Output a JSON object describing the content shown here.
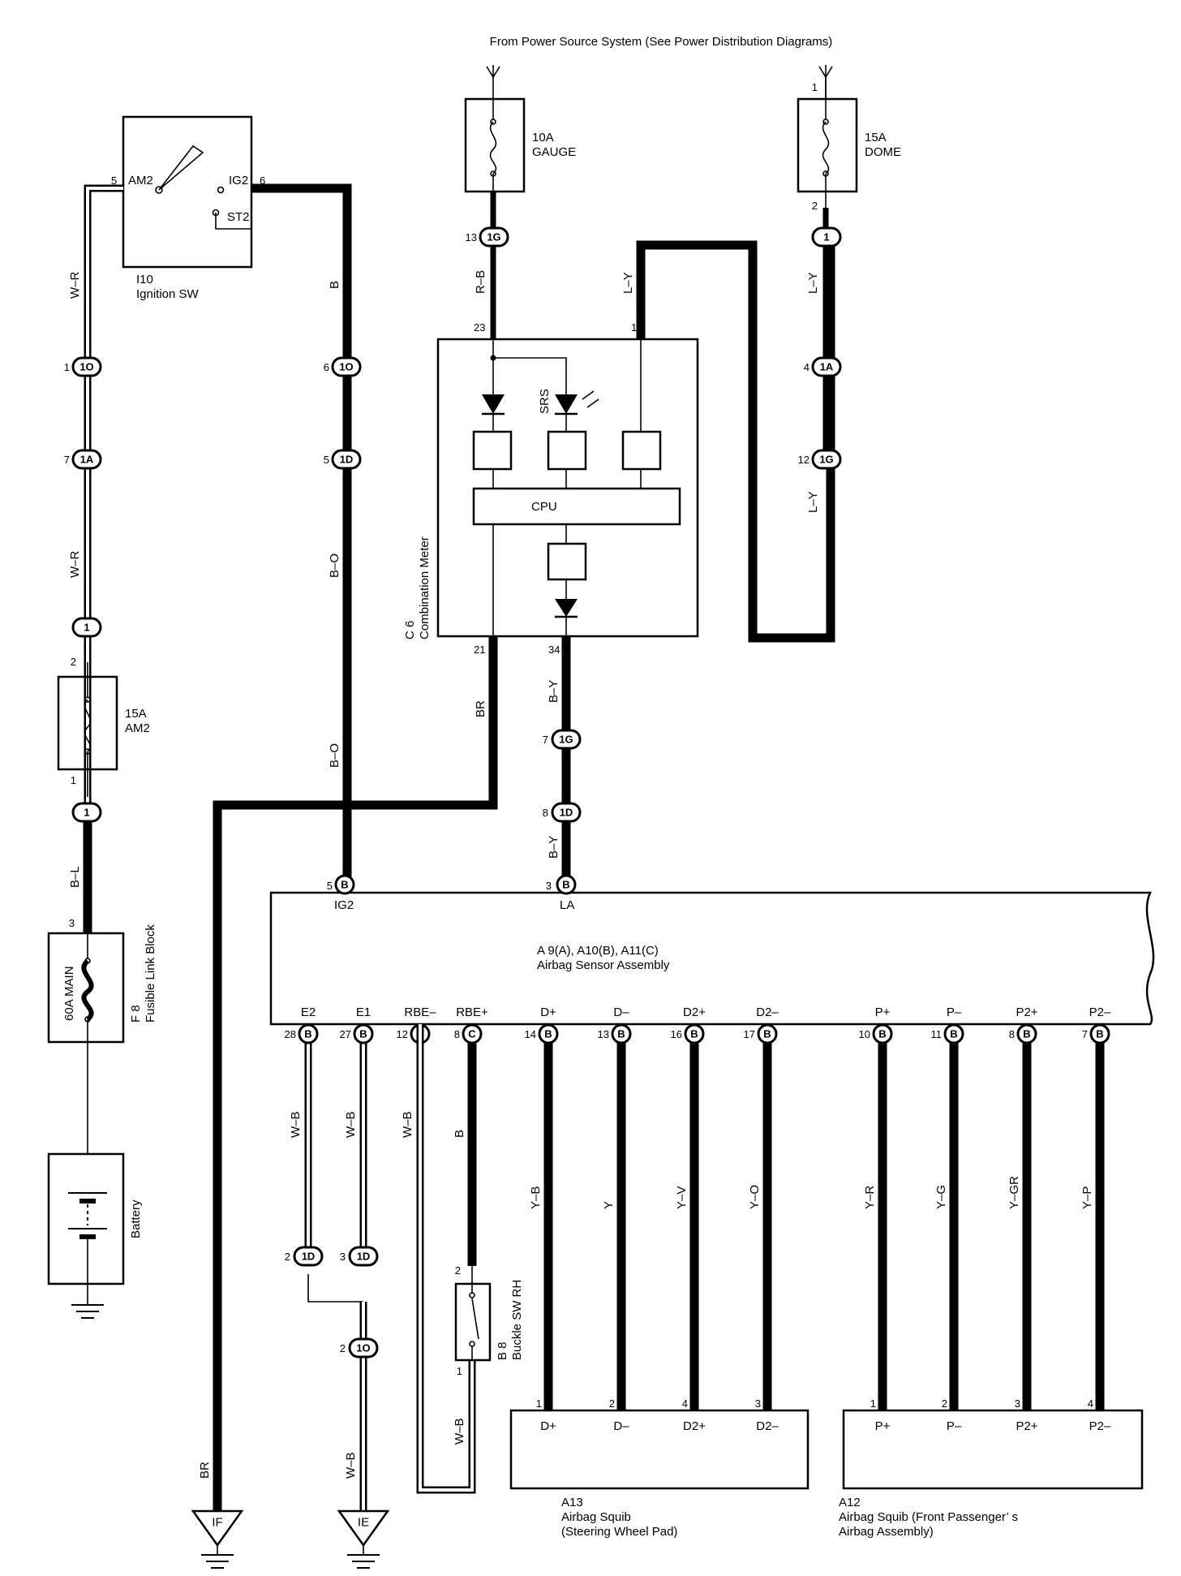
{
  "header": {
    "source": "From Power Source System (See Power Distribution Diagrams)"
  },
  "fuses": {
    "gauge": {
      "amps": "10A",
      "name": "GAUGE"
    },
    "dome": {
      "amps": "15A",
      "name": "DOME"
    },
    "am2": {
      "amps": "15A",
      "name": "AM2"
    },
    "main": {
      "amps": "60A MAIN"
    }
  },
  "components": {
    "ignition": {
      "code": "I10",
      "name": "Ignition SW",
      "t_am2": "AM2",
      "t_ig2": "IG2",
      "t_st2": "ST2"
    },
    "meter": {
      "code": "C 6",
      "name": "Combination Meter",
      "cpu": "CPU",
      "srs": "SRS"
    },
    "fusible": {
      "code": "F 8",
      "name": "Fusible Link Block"
    },
    "battery": {
      "name": "Battery"
    },
    "sensor": {
      "codes": "A 9(A), A10(B), A11(C)",
      "name": "Airbag Sensor Assembly",
      "t_ig2": "IG2",
      "t_la": "LA"
    },
    "buckle": {
      "code": "B 8",
      "name": "Buckle SW RH"
    },
    "squib_driver": {
      "code": "A13",
      "name": "Airbag Squib",
      "sub": "(Steering Wheel Pad)"
    },
    "squib_pass": {
      "code": "A12",
      "name": "Airbag Squib (Front Passenger’ s",
      "sub": "Airbag Assembly)"
    }
  },
  "sensor_terminals": [
    "E2",
    "E1",
    "RBE–",
    "RBE+",
    "D+",
    "D–",
    "D2+",
    "D2–",
    "P+",
    "P–",
    "P2+",
    "P2–"
  ],
  "sensor_pins": [
    "28",
    "27",
    "12",
    "8",
    "14",
    "13",
    "16",
    "17",
    "10",
    "11",
    "8",
    "7"
  ],
  "sensor_conn": [
    "B",
    "B",
    "C",
    "C",
    "B",
    "B",
    "B",
    "B",
    "B",
    "B",
    "B",
    "B"
  ],
  "lower_wires": [
    "W–B",
    "W–B",
    "W–B",
    "B",
    "Y–B",
    "Y",
    "Y–V",
    "Y–O",
    "Y–R",
    "Y–G",
    "Y–GR",
    "Y–P"
  ],
  "squib_driver_terms": [
    "D+",
    "D–",
    "D2+",
    "D2–"
  ],
  "squib_pass_terms": [
    "P+",
    "P–",
    "P2+",
    "P2–"
  ],
  "squib_pins": [
    "1",
    "2",
    "4",
    "3",
    "1",
    "2",
    "3",
    "4"
  ],
  "wires": {
    "rb": "R–B",
    "ly1": "L–Y",
    "ly2": "L–Y",
    "ly3": "L–Y",
    "wr1": "W–R",
    "wr2": "W–R",
    "b1": "B",
    "bo1": "B–O",
    "bo2": "B–O",
    "br1": "BR",
    "by1": "B–Y",
    "by2": "B–Y",
    "bl": "B–L",
    "br2": "BR",
    "wb_ground": "W–B",
    "wb_buckle": "W–B"
  },
  "connectors": {
    "c1G": "1G",
    "c1": "1",
    "c1O": "1O",
    "c1A": "1A",
    "c1D": "1D",
    "cB": "B",
    "cIF": "IF",
    "cIE": "IE"
  },
  "pins": {
    "p13": "13",
    "p23": "23",
    "p1": "1",
    "p2": "2",
    "p4": "4",
    "p12": "12",
    "p5": "5",
    "p6": "6",
    "p7": "7",
    "p21": "21",
    "p34": "34",
    "p8": "8",
    "p3": "3"
  }
}
